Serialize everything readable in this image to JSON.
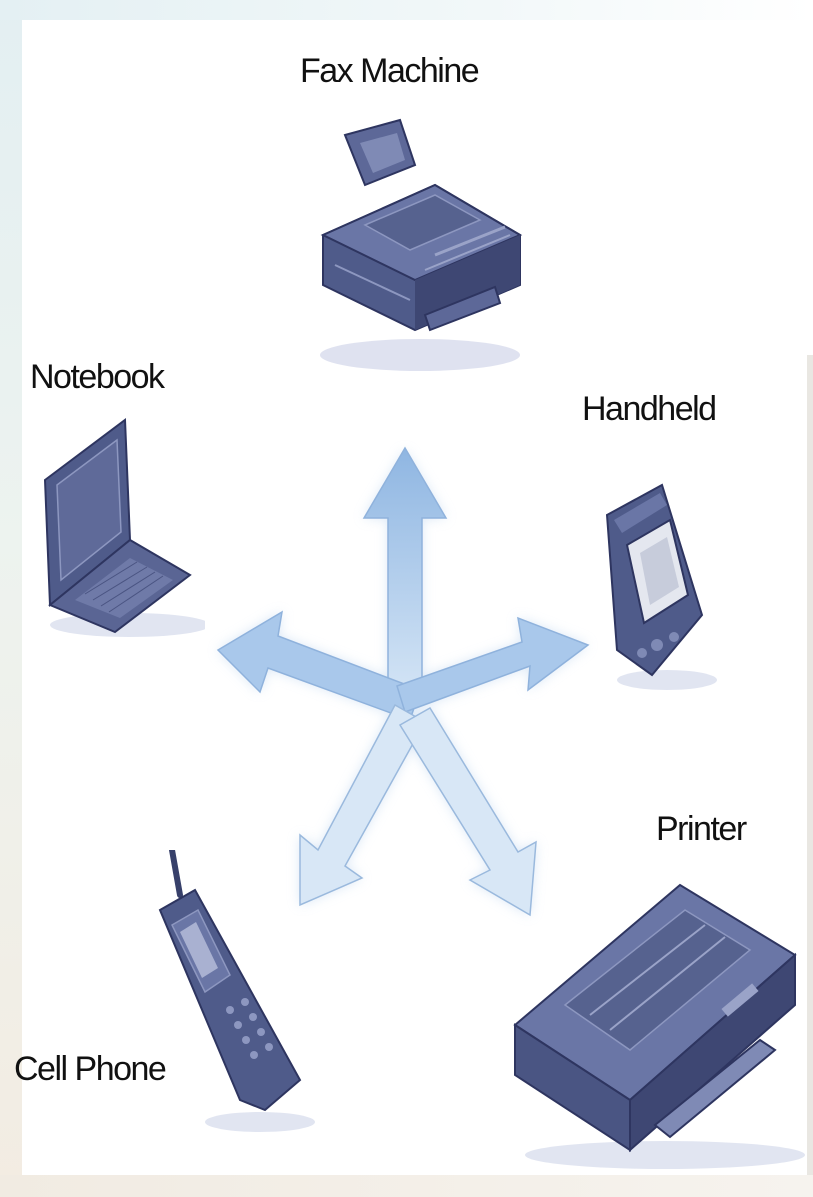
{
  "devices": {
    "fax_machine": "Fax Machine",
    "notebook": "Notebook",
    "handheld": "Handheld",
    "printer": "Printer",
    "cell_phone": "Cell Phone"
  },
  "colors": {
    "device_fill": "#4f5b8a",
    "device_dark": "#37406a",
    "device_light": "#7f8ab5",
    "arrow_fill": "#a7c7ea",
    "arrow_glow": "#cfe0f4"
  }
}
